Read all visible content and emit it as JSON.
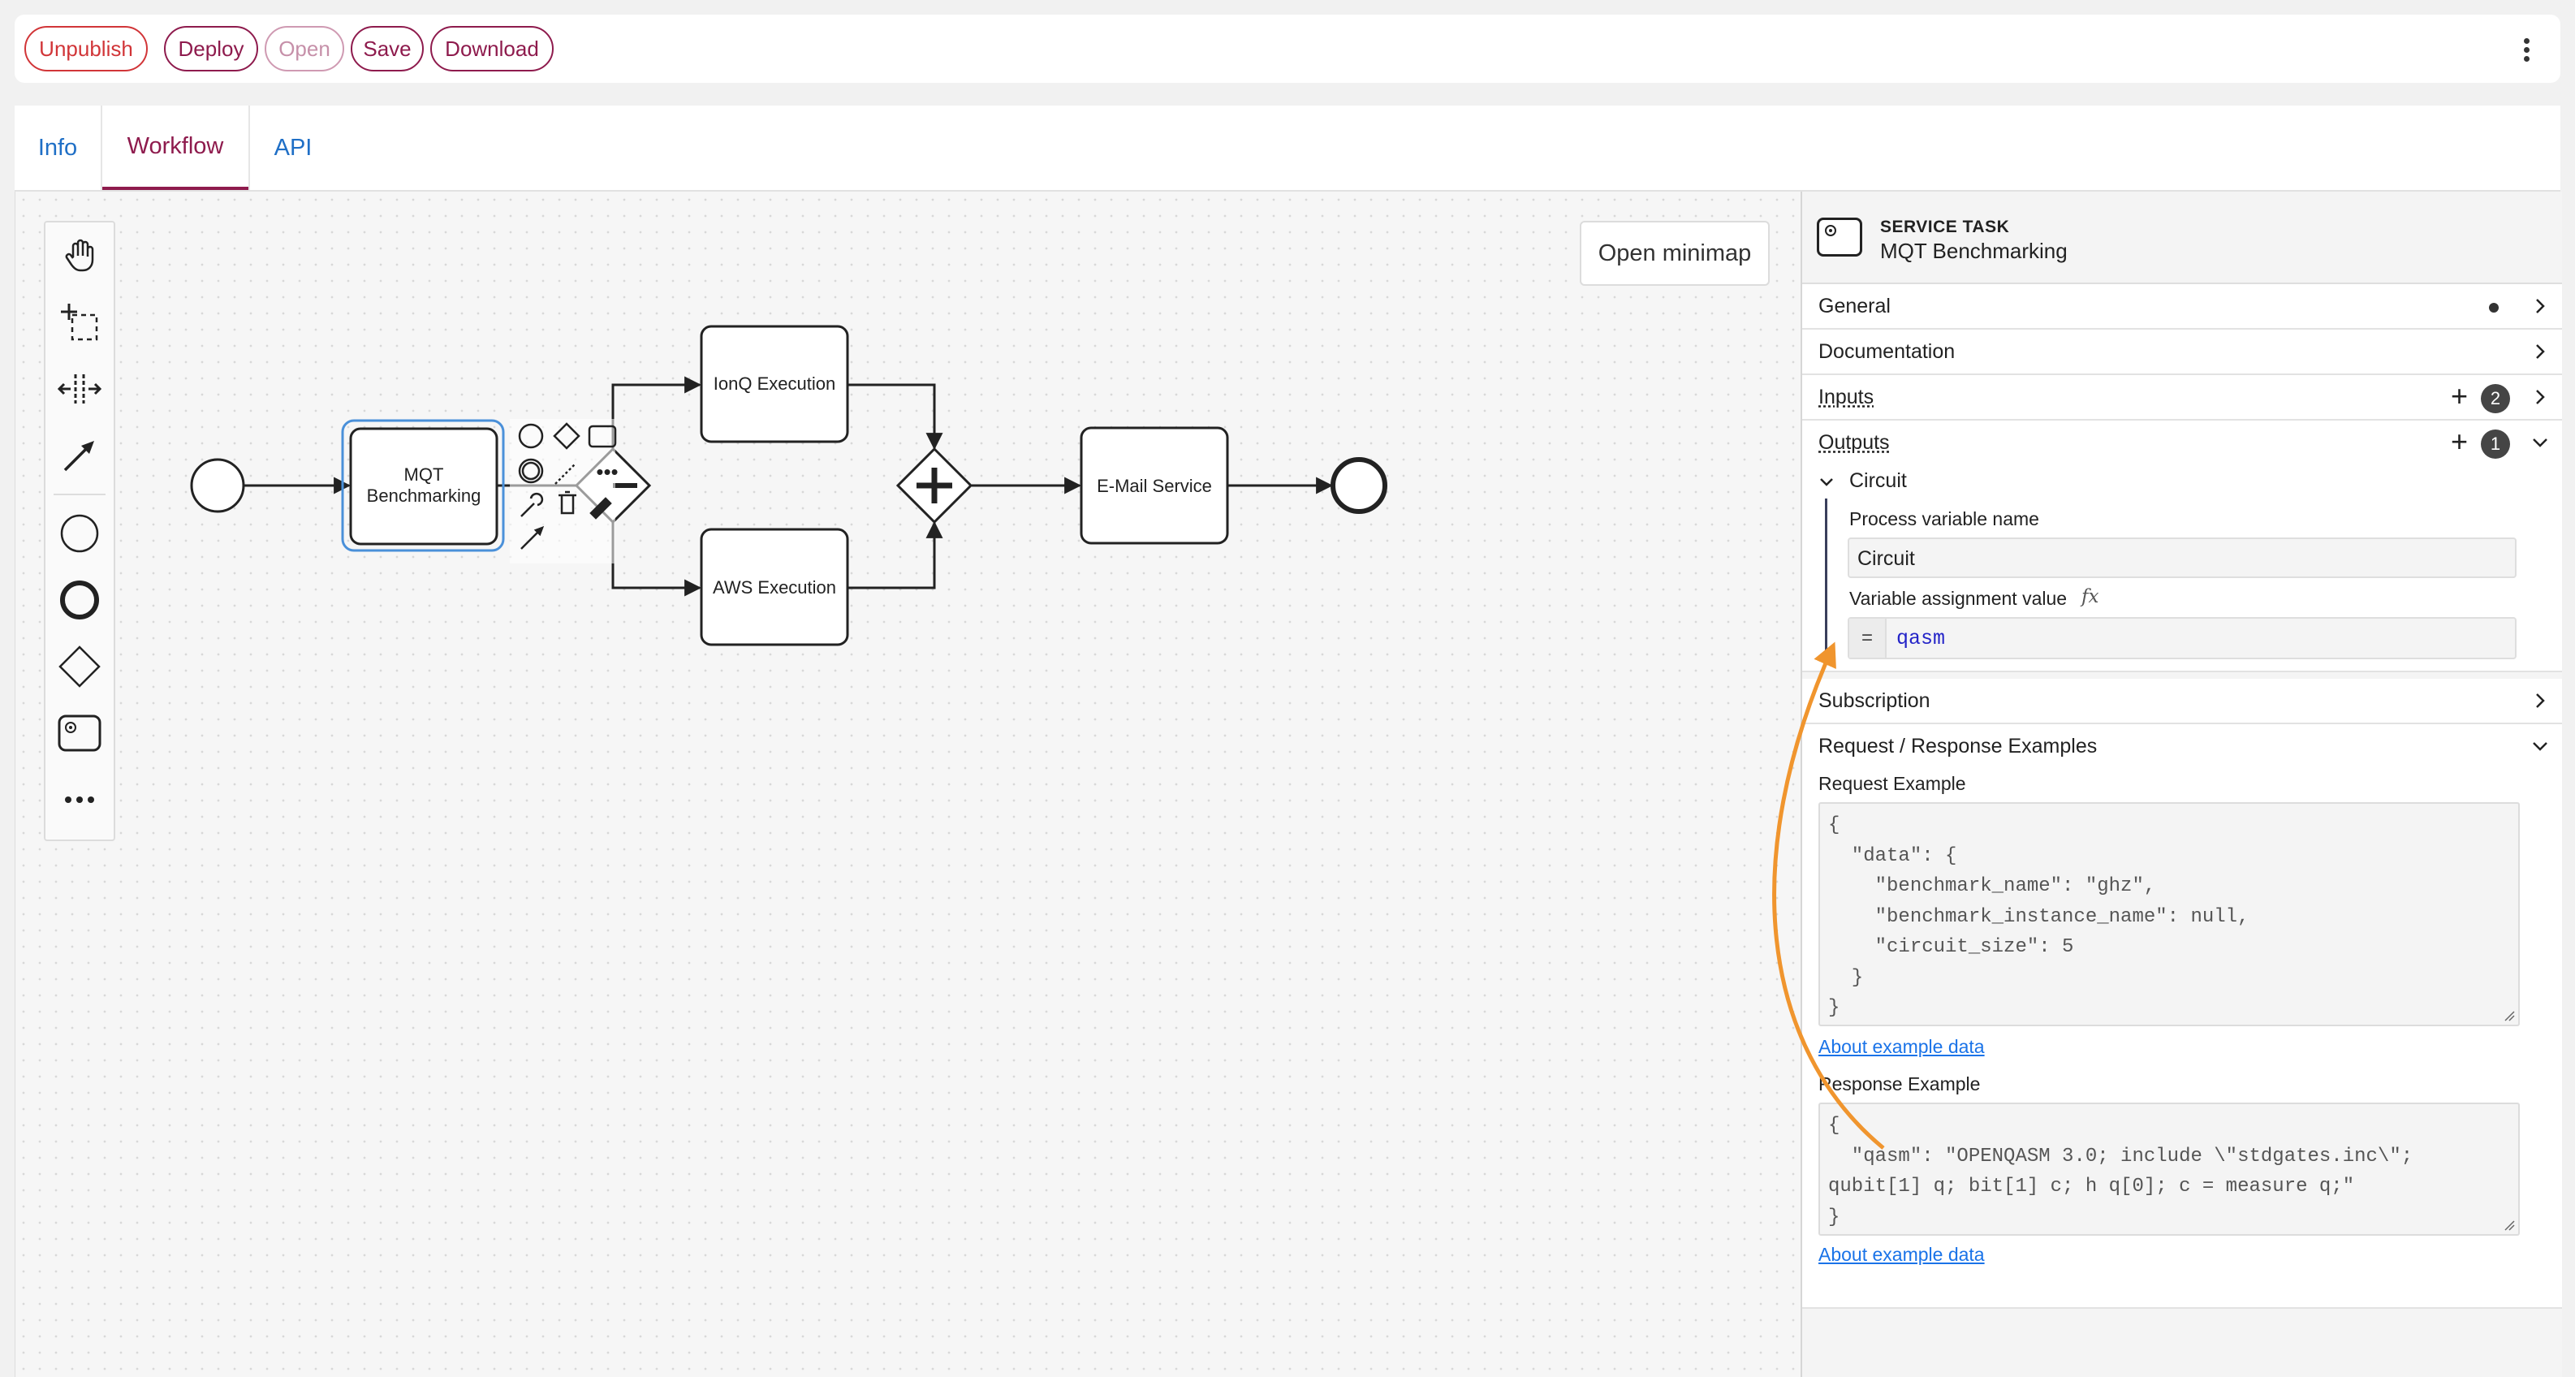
{
  "toolbar": {
    "unpublish": "Unpublish",
    "deploy": "Deploy",
    "open": "Open",
    "save": "Save",
    "download": "Download"
  },
  "tabs": [
    {
      "label": "Info"
    },
    {
      "label": "Workflow"
    },
    {
      "label": "API"
    }
  ],
  "canvas": {
    "minimap_label": "Open minimap",
    "palette": [
      "hand-tool-icon",
      "lasso-tool-icon",
      "space-tool-icon",
      "connect-tool-icon",
      "start-event-icon",
      "end-event-icon",
      "gateway-icon",
      "service-task-icon",
      "more-icon"
    ]
  },
  "diagram": {
    "task_mqt_line1": "MQT",
    "task_mqt_line2": "Benchmarking",
    "task_ionq": "IonQ Execution",
    "task_aws": "AWS Execution",
    "task_email": "E-Mail Service"
  },
  "panel": {
    "element_type": "SERVICE TASK",
    "element_name": "MQT Benchmarking",
    "groups": {
      "general": "General",
      "documentation": "Documentation",
      "inputs": "Inputs",
      "inputs_count": "2",
      "outputs": "Outputs",
      "outputs_count": "1",
      "subscription": "Subscription",
      "examples": "Request / Response Examples"
    },
    "output_item": {
      "title": "Circuit",
      "var_name_label": "Process variable name",
      "var_name_value": "Circuit",
      "assignment_label": "Variable assignment value",
      "fx": "fx",
      "equals": "=",
      "assignment_value": "qasm"
    },
    "request": {
      "label": "Request Example",
      "body": "{\n  \"data\": {\n    \"benchmark_name\": \"ghz\",\n    \"benchmark_instance_name\": null,\n    \"circuit_size\": 5\n  }\n}",
      "link": "About example data"
    },
    "response": {
      "label": "Response Example",
      "body": "{\n  \"qasm\": \"OPENQASM 3.0; include \\\"stdgates.inc\\\";\nqubit[1] q; bit[1] c; h q[0]; c = measure q;\"\n}",
      "link": "About example data"
    }
  },
  "colors": {
    "brand": "#8e1b4d",
    "danger": "#d13538",
    "link": "#1f6fc6",
    "selection": "#4a90d9",
    "annotation_arrow": "#f0952e"
  }
}
